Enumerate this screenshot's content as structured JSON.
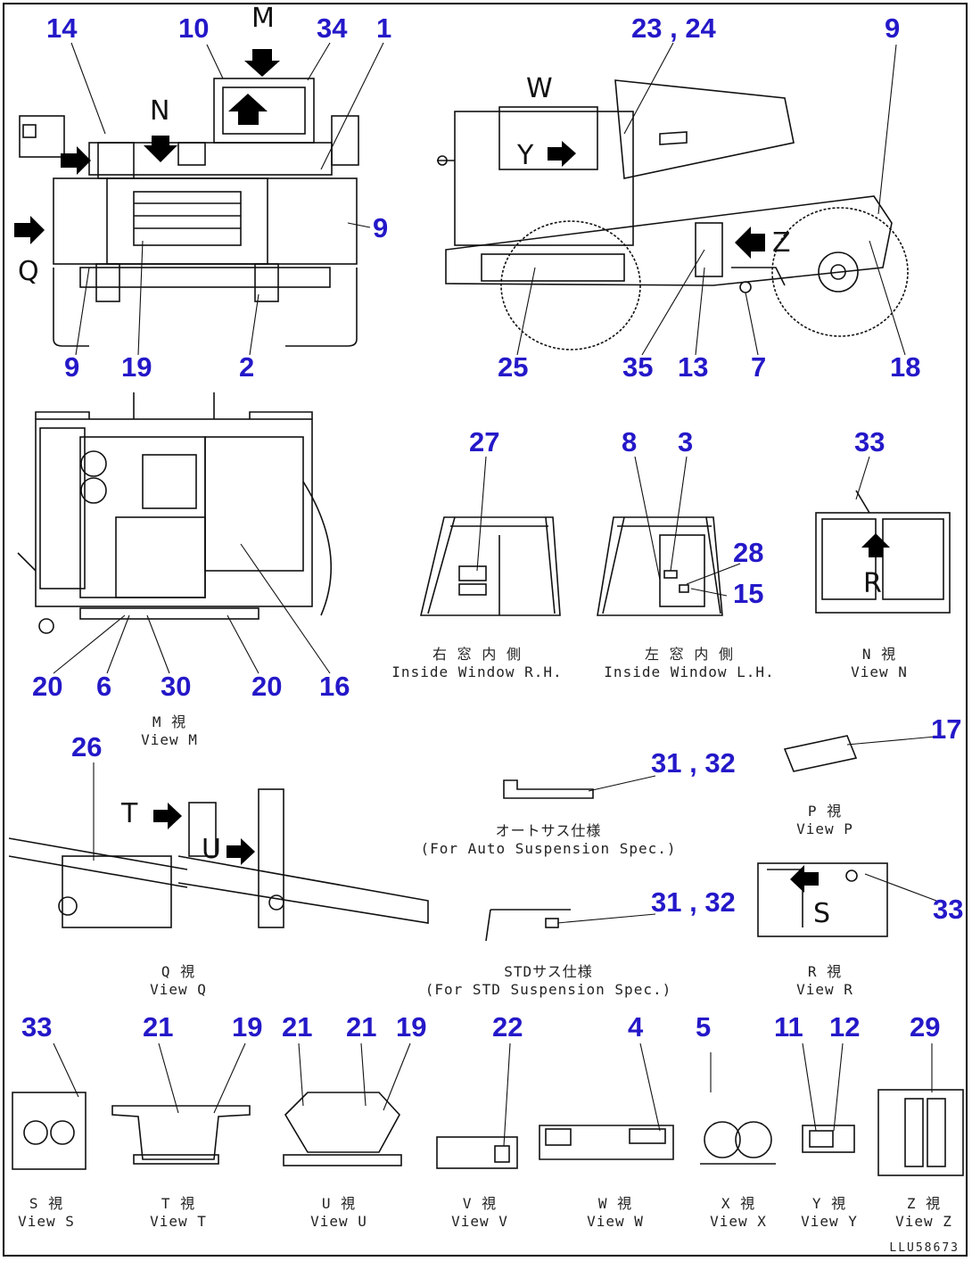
{
  "callouts": [
    {
      "id": "c14",
      "text": "14"
    },
    {
      "id": "c10",
      "text": "10"
    },
    {
      "id": "c34",
      "text": "34"
    },
    {
      "id": "c1",
      "text": "1"
    },
    {
      "id": "c9a",
      "text": "9"
    },
    {
      "id": "c9b",
      "text": "9"
    },
    {
      "id": "c19a",
      "text": "19"
    },
    {
      "id": "c2",
      "text": "2"
    },
    {
      "id": "c23_24",
      "text": "23 , 24"
    },
    {
      "id": "c9c",
      "text": "9"
    },
    {
      "id": "c25",
      "text": "25"
    },
    {
      "id": "c35",
      "text": "35"
    },
    {
      "id": "c13",
      "text": "13"
    },
    {
      "id": "c7",
      "text": "7"
    },
    {
      "id": "c18",
      "text": "18"
    },
    {
      "id": "c20a",
      "text": "20"
    },
    {
      "id": "c6",
      "text": "6"
    },
    {
      "id": "c30",
      "text": "30"
    },
    {
      "id": "c20b",
      "text": "20"
    },
    {
      "id": "c16",
      "text": "16"
    },
    {
      "id": "c27",
      "text": "27"
    },
    {
      "id": "c8",
      "text": "8"
    },
    {
      "id": "c3",
      "text": "3"
    },
    {
      "id": "c28",
      "text": "28"
    },
    {
      "id": "c15",
      "text": "15"
    },
    {
      "id": "c33a",
      "text": "33"
    },
    {
      "id": "c26",
      "text": "26"
    },
    {
      "id": "c17",
      "text": "17"
    },
    {
      "id": "c31_32a",
      "text": "31 , 32"
    },
    {
      "id": "c31_32b",
      "text": "31 , 32"
    },
    {
      "id": "c33b",
      "text": "33"
    },
    {
      "id": "c33c",
      "text": "33"
    },
    {
      "id": "c21a",
      "text": "21"
    },
    {
      "id": "c19b",
      "text": "19"
    },
    {
      "id": "c21b",
      "text": "21"
    },
    {
      "id": "c21c",
      "text": "21"
    },
    {
      "id": "c19c",
      "text": "19"
    },
    {
      "id": "c22",
      "text": "22"
    },
    {
      "id": "c4",
      "text": "4"
    },
    {
      "id": "c5",
      "text": "5"
    },
    {
      "id": "c11",
      "text": "11"
    },
    {
      "id": "c12",
      "text": "12"
    },
    {
      "id": "c29",
      "text": "29"
    }
  ],
  "view_letters": {
    "M": "M",
    "N": "N",
    "Q": "Q",
    "W": "W",
    "Y": "Y",
    "Z": "Z",
    "R": "R",
    "T": "T",
    "U": "U",
    "S": "S"
  },
  "captions": {
    "inside_rh": {
      "jp": "右 窓 内 側",
      "en": "Inside Window R.H."
    },
    "inside_lh": {
      "jp": "左 窓 内 側",
      "en": "Inside Window L.H."
    },
    "view_n": {
      "jp": "N 視",
      "en": "View N"
    },
    "view_m": {
      "jp": "M 視",
      "en": "View M"
    },
    "view_p": {
      "jp": "P 視",
      "en": "View P"
    },
    "auto_susp": {
      "jp": "オートサス仕様",
      "en": "(For Auto Suspension Spec.)"
    },
    "view_q": {
      "jp": "Q 視",
      "en": "View Q"
    },
    "std_susp": {
      "jp": "STDサス仕様",
      "en": "(For STD Suspension Spec.)"
    },
    "view_r": {
      "jp": "R 視",
      "en": "View R"
    },
    "view_s": {
      "jp": "S 視",
      "en": "View S"
    },
    "view_t": {
      "jp": "T 視",
      "en": "View T"
    },
    "view_u": {
      "jp": "U 視",
      "en": "View U"
    },
    "view_v": {
      "jp": "V 視",
      "en": "View V"
    },
    "view_w": {
      "jp": "W 視",
      "en": "View W"
    },
    "view_x": {
      "jp": "X 視",
      "en": "View X"
    },
    "view_y": {
      "jp": "Y 視",
      "en": "View Y"
    },
    "view_z": {
      "jp": "Z 視",
      "en": "View Z"
    }
  },
  "doc_id": "LLU58673",
  "colors": {
    "callout": "#2418c8",
    "line": "#111111"
  }
}
